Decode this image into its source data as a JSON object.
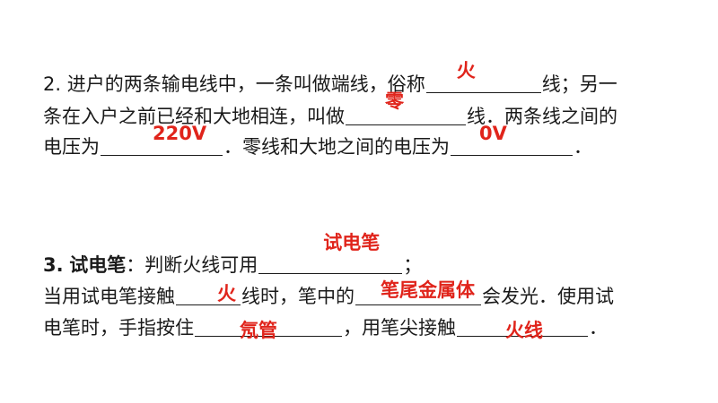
{
  "q2": {
    "number": "2.",
    "line1_a": "进户的两条输电线中，一条叫做端线，俗称",
    "line1_b": "线；另一",
    "line2_a": "条在入户之前已经和大地相连，叫做",
    "line2_b": "线．两条线之间的",
    "line3_a": "电压为",
    "line3_b": "．零线和大地之间的电压为",
    "line3_c": "．",
    "answers": {
      "live_wire": "火",
      "neutral_wire": "零",
      "voltage_between": "220V",
      "voltage_neutral_ground": "0V"
    }
  },
  "q3": {
    "number": "3.",
    "title": "试电笔",
    "line1_a": "：判断火线可用",
    "line1_b": "；",
    "line2_a": "当用试电笔接触",
    "line2_b": "线时，笔中的",
    "line2_c": "会发光．使用试",
    "line3_a": "电笔时，手指按住",
    "line3_b": "，用笔尖接触",
    "line3_c": "．",
    "answers": {
      "tool": "试电笔",
      "touch_wire": "火",
      "glowing_part": "笔尾金属体",
      "finger_press": "氖管",
      "tip_touch": "火线"
    }
  }
}
